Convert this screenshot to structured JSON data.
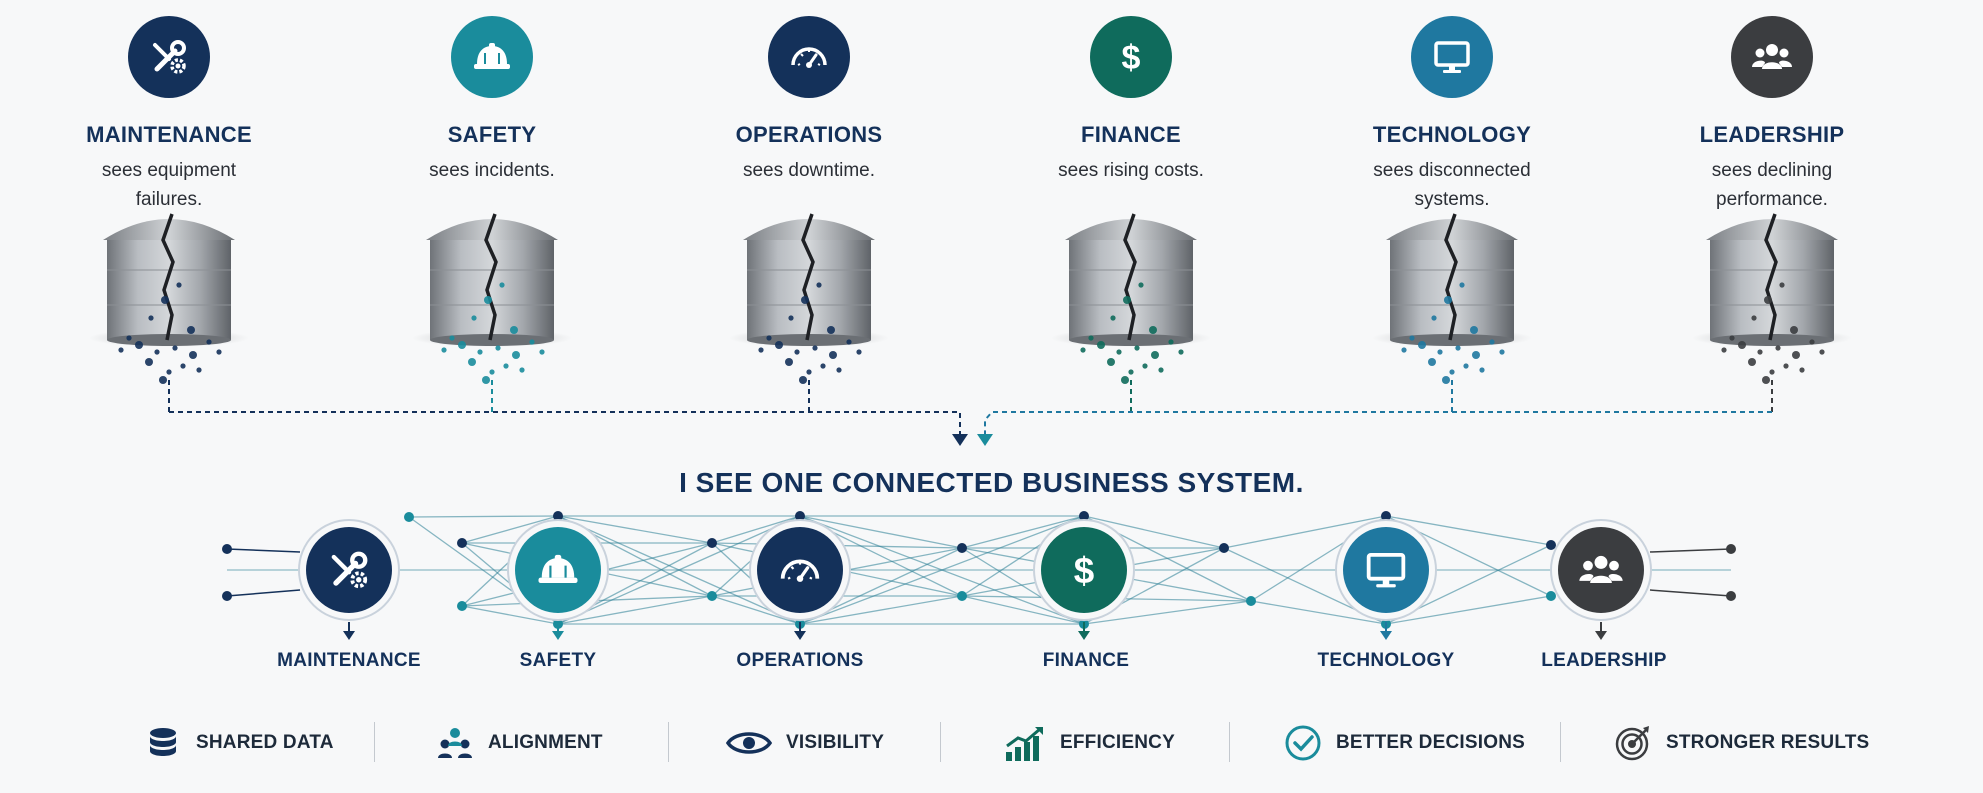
{
  "colors": {
    "navy": "#14315a",
    "teal": "#1a8c9c",
    "green": "#0f6b5c",
    "ocean": "#1f78a0",
    "charcoal": "#3b3d40"
  },
  "departments": [
    {
      "title": "MAINTENANCE",
      "desc": "sees equipment failures.",
      "icon": "wrench-gear-icon",
      "color": "#14315a"
    },
    {
      "title": "SAFETY",
      "desc": "sees incidents.",
      "icon": "hard-hat-icon",
      "color": "#1a8c9c"
    },
    {
      "title": "OPERATIONS",
      "desc": "sees downtime.",
      "icon": "gauge-icon",
      "color": "#14315a"
    },
    {
      "title": "FINANCE",
      "desc": "sees rising costs.",
      "icon": "dollar-icon",
      "color": "#0f6b5c"
    },
    {
      "title": "TECHNOLOGY",
      "desc": "sees disconnected systems.",
      "icon": "monitor-icon",
      "color": "#1f78a0"
    },
    {
      "title": "LEADERSHIP",
      "desc": "sees declining performance.",
      "icon": "people-icon",
      "color": "#3b3d40"
    }
  ],
  "headline": "I SEE ONE CONNECTED BUSINESS SYSTEM.",
  "network_nodes": [
    {
      "label": "MAINTENANCE",
      "icon": "wrench-gear-icon",
      "color": "#14315a"
    },
    {
      "label": "SAFETY",
      "icon": "hard-hat-icon",
      "color": "#1a8c9c"
    },
    {
      "label": "OPERATIONS",
      "icon": "gauge-icon",
      "color": "#14315a"
    },
    {
      "label": "FINANCE",
      "icon": "dollar-icon",
      "color": "#0f6b5c"
    },
    {
      "label": "TECHNOLOGY",
      "icon": "monitor-icon",
      "color": "#1f78a0"
    },
    {
      "label": "LEADERSHIP",
      "icon": "people-icon",
      "color": "#3b3d40"
    }
  ],
  "benefits": [
    {
      "label": "SHARED DATA",
      "icon": "database-icon"
    },
    {
      "label": "ALIGNMENT",
      "icon": "team-icon"
    },
    {
      "label": "VISIBILITY",
      "icon": "eye-icon"
    },
    {
      "label": "EFFICIENCY",
      "icon": "growth-chart-icon"
    },
    {
      "label": "BETTER DECISIONS",
      "icon": "check-circle-icon"
    },
    {
      "label": "STRONGER RESULTS",
      "icon": "target-icon"
    }
  ]
}
